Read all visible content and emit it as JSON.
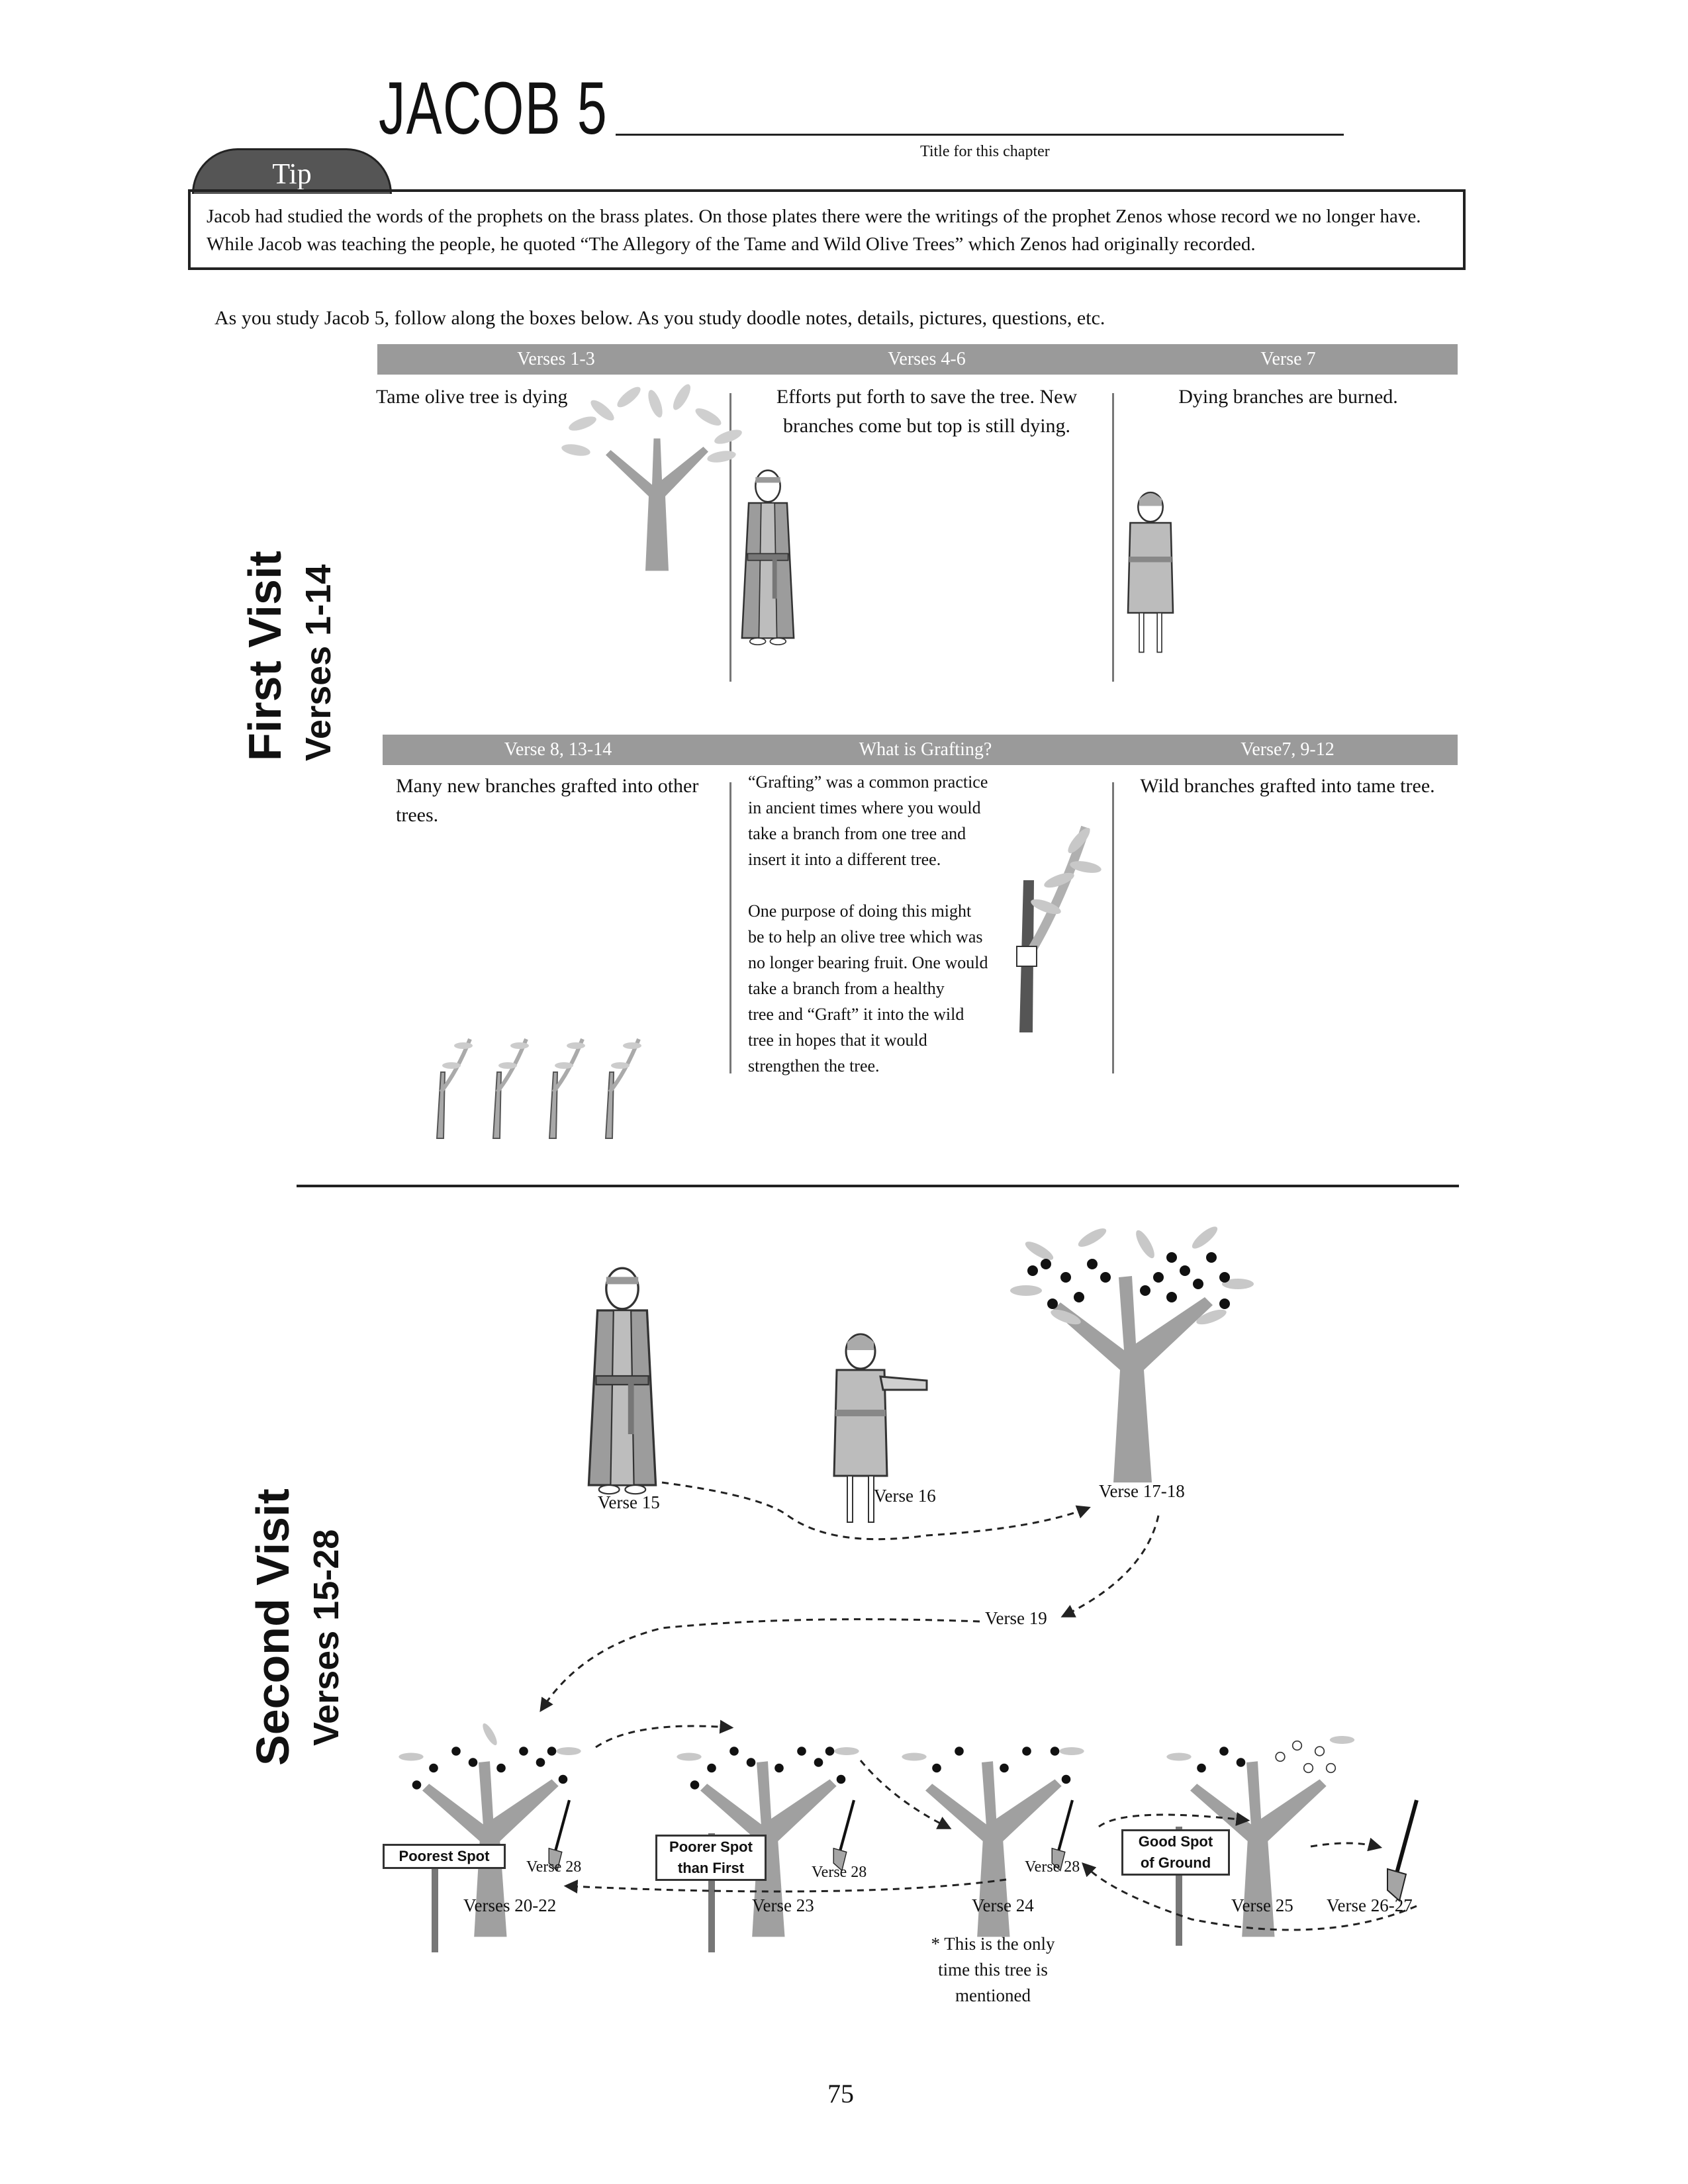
{
  "header": {
    "chapter": "JACOB 5",
    "title_caption": "Title for this chapter"
  },
  "tip": {
    "tab_label": "Tip",
    "text_line1": "Jacob had studied the words of the prophets on the brass plates.  On those plates there were the writings of the prophet Zenos whose record we no longer have.",
    "text_line2": "While Jacob was teaching the people, he quoted “The Allegory of the Tame and Wild Olive Trees” which Zenos had originally recorded."
  },
  "intro": "As you study Jacob 5, follow along the boxes below.  As you study doodle notes, details, pictures, questions, etc.",
  "first_visit": {
    "side_title": "First Visit",
    "side_sub": "Verses 1-14",
    "row1": [
      {
        "header": "Verses 1-3",
        "text": "Tame olive tree is dying"
      },
      {
        "header": "Verses 4-6",
        "text_l1": "Efforts put forth to save the tree.  New",
        "text_l2": "branches come but top is still dying."
      },
      {
        "header": "Verse 7",
        "text": "Dying branches are burned."
      }
    ],
    "row2": [
      {
        "header": "Verse 8, 13-14",
        "text_l1": "Many new branches grafted into other",
        "text_l2": "trees."
      },
      {
        "header": "What is Grafting?",
        "lines": [
          "“Grafting” was a common practice",
          "in ancient times where you would",
          "take a branch from one tree and",
          "insert it into a different tree.",
          "",
          "One purpose of doing this might",
          "be to  help an olive tree which was",
          "no longer bearing fruit.  One would",
          "take a branch from a healthy",
          "tree and “Graft” it into the wild",
          "tree in hopes that it would",
          "strengthen the tree."
        ]
      },
      {
        "header": "Verse7, 9-12",
        "text": "Wild branches grafted into tame tree."
      }
    ]
  },
  "second_visit": {
    "side_title": "Second Visit",
    "side_sub": "Verses 15-28",
    "labels": {
      "v15": "Verse 15",
      "v16": "Verse 16",
      "v17": "Verse 17-18",
      "v19": "Verse 19",
      "v20": "Verses 20-22",
      "v23": "Verse 23",
      "v24": "Verse 24",
      "v25": "Verse 25",
      "v26": "Verse 26-27",
      "v28a": "Verse 28",
      "v28b": "Verse 28",
      "v28c": "Verse 28"
    },
    "signs": {
      "s1": "Poorest Spot",
      "s2_l1": "Poorer Spot",
      "s2_l2": "than First",
      "s3_l1": "Good Spot",
      "s3_l2": "of Ground"
    },
    "note_lines": [
      "* This is the only",
      "time this tree is",
      "mentioned"
    ]
  },
  "page_number": "75",
  "colors": {
    "bar": "#9a9a9a",
    "tree": "#9d9d9d",
    "ink": "#111111"
  }
}
